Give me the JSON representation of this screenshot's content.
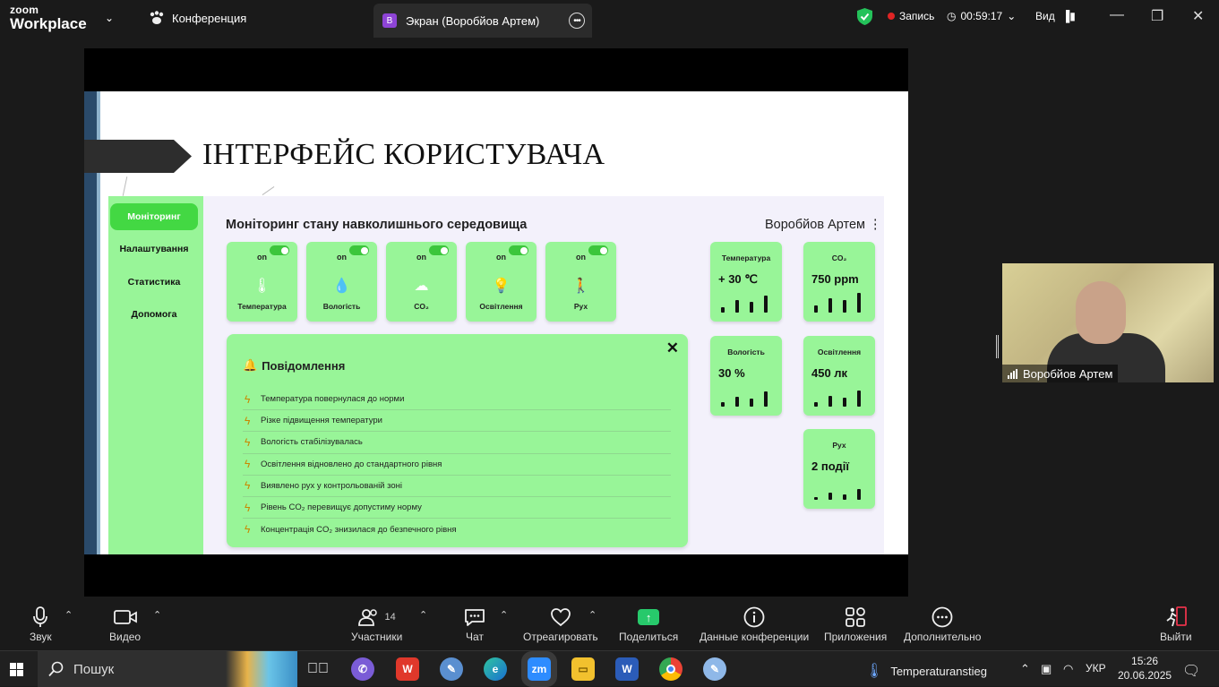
{
  "window": {
    "logo_line1": "zoom",
    "logo_line2": "Workplace",
    "conference_label": "Конференция",
    "tab_badge": "В",
    "tab_label": "Экран (Воробйов Артем)",
    "record_label": "Запись",
    "timer": "00:59:17",
    "view_label": "Вид"
  },
  "slide": {
    "title": "ІНТЕРФЕЙС КОРИСТУВАЧА",
    "app": {
      "nav": [
        "Моніторинг",
        "Налаштування",
        "Статистика",
        "Допомога"
      ],
      "active_nav": 0,
      "title": "Моніторинг стану навколишнього середовища",
      "user": "Воробйов Артем",
      "user_menu": "⋮",
      "sensors": [
        {
          "state": "on",
          "icon": "thermometer-icon",
          "label": "Температура",
          "enabled": true
        },
        {
          "state": "on",
          "icon": "droplet-icon",
          "label": "Вологість",
          "enabled": true
        },
        {
          "state": "on",
          "icon": "cloud-icon",
          "label": "CO₂",
          "enabled": true
        },
        {
          "state": "on",
          "icon": "bulb-icon",
          "label": "Освітлення",
          "enabled": true
        },
        {
          "state": "on",
          "icon": "walker-icon",
          "label": "Рух",
          "enabled": true
        }
      ],
      "notifications": {
        "title": "Повідомлення",
        "close": "✕",
        "items": [
          "Температура повернулася до норми",
          "Різке підвищення температури",
          "Вологість стабілізувалась",
          "Освітлення відновлено до стандартного рівня",
          "Виявлено рух у контрольованій зоні",
          "Рівень CO₂ перевищує допустиму норму",
          "Концентрація CO₂ знизилася до безпечного рівня"
        ]
      },
      "stats": [
        {
          "title": "Температура",
          "value": "+ 30 ℃"
        },
        {
          "title": "CO₂",
          "value": "750 ppm"
        },
        {
          "title": "Вологість",
          "value": "30 %"
        },
        {
          "title": "Освітлення",
          "value": "450 лк"
        },
        {
          "title": "Рух",
          "value": "2 події"
        }
      ]
    }
  },
  "video": {
    "participant_name": "Воробйов Артем"
  },
  "toolbar": {
    "audio": "Звук",
    "video": "Видео",
    "participants": "Участники",
    "participants_count": "14",
    "chat": "Чат",
    "react": "Отреагировать",
    "share": "Поделиться",
    "info": "Данные конференции",
    "apps": "Приложения",
    "more": "Дополнительно",
    "leave": "Выйти"
  },
  "taskbar": {
    "search": "Пошук",
    "weather": "Temperaturanstieg",
    "lang": "УКР",
    "time": "15:26",
    "date": "20.06.2025"
  },
  "colors": {
    "app_green": "#98f598",
    "active_green": "#43d843",
    "share_green": "#27c96b",
    "record_red": "#e02424"
  }
}
